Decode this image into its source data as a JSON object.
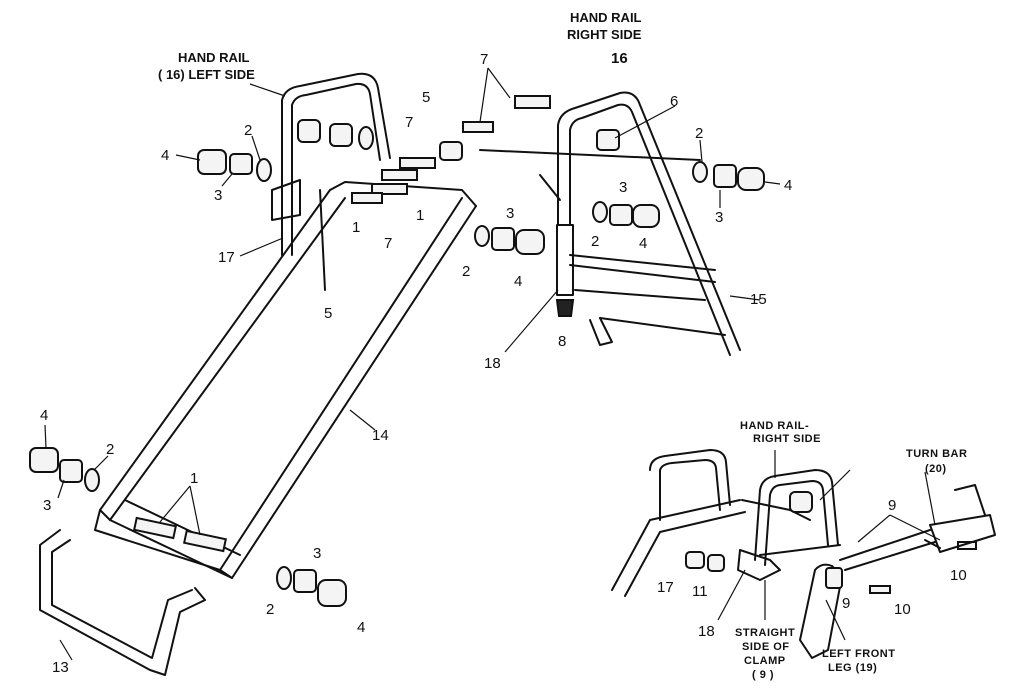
{
  "labels": {
    "hand_rail_left_1": "HAND RAIL",
    "hand_rail_left_2": "( 16) LEFT SIDE",
    "hand_rail_right_1": "HAND RAIL",
    "hand_rail_right_2": "RIGHT SIDE",
    "inset_hand_rail_1": "HAND RAIL-",
    "inset_hand_rail_2": "RIGHT SIDE",
    "turn_bar_1": "TURN BAR",
    "turn_bar_2": "(20)",
    "straight_1": "STRAIGHT",
    "straight_2": "SIDE OF",
    "straight_3": "CLAMP",
    "straight_4": "( 9 )",
    "left_leg_1": "LEFT FRONT",
    "left_leg_2": "LEG (19)"
  },
  "part_numbers": {
    "p16_right": "16",
    "p7_top": "7",
    "p5": "5",
    "p6": "6",
    "p7_mid": "7",
    "p2_left": "2",
    "p4_left": "4",
    "p3_left": "3",
    "p1_a": "1",
    "p1_b": "1",
    "p7_low": "7",
    "p3_mid": "3",
    "p3_right_a": "3",
    "p2_right_a": "2",
    "p4_right_a": "4",
    "p2_right_b": "2",
    "p3_right_b": "3",
    "p4_right_b": "4",
    "p2_mid": "2",
    "p4_mid": "4",
    "p17": "17",
    "p5_low": "5",
    "p15": "15",
    "p8": "8",
    "p18": "18",
    "p14": "14",
    "p4_bl": "4",
    "p2_bl": "2",
    "p3_bl": "3",
    "p1_bl": "1",
    "p3_br": "3",
    "p2_br": "2",
    "p4_br": "4",
    "p13": "13",
    "inset_9_a": "9",
    "inset_9_b": "9",
    "inset_10_a": "10",
    "inset_10_b": "10",
    "inset_17": "17",
    "inset_11": "11",
    "inset_18": "18"
  }
}
